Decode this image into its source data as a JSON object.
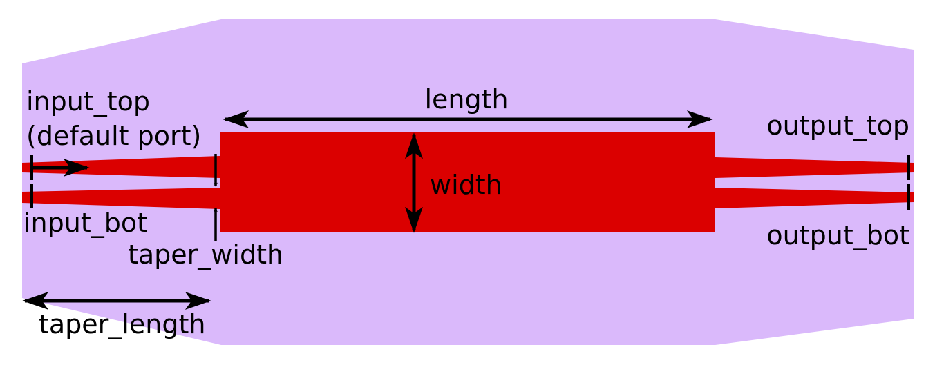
{
  "colors": {
    "cladding": "#dab9fb",
    "core": "#db0000",
    "annotation": "#000000",
    "background": "#ffffff"
  },
  "labels": {
    "length": "length",
    "width": "width",
    "input_top": "input_top",
    "default_port": "(default port)",
    "input_bot": "input_bot",
    "taper_width": "taper_width",
    "taper_length": "taper_length",
    "output_top": "output_top",
    "output_bot": "output_bot"
  }
}
